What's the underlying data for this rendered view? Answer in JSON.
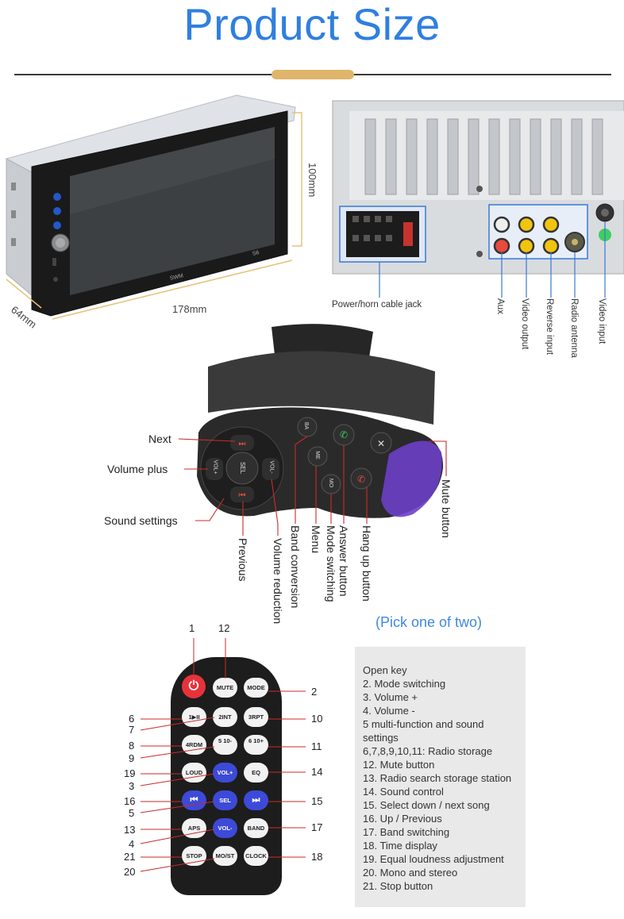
{
  "title": "Product Size",
  "dimensions": {
    "height": "100mm",
    "width": "178mm",
    "depth": "64mm",
    "screen_brand": "SWM",
    "model": "S6"
  },
  "back_panel": {
    "labels": {
      "power": "Power/horn cable jack",
      "aux": "Aux",
      "video_output": "Video output",
      "reverse": "Reverse input",
      "radio": "Radio antenna",
      "video_input": "Video input"
    }
  },
  "steering_control": {
    "labels": {
      "next": "Next",
      "volume_plus": "Volume plus",
      "sound_settings": "Sound settings",
      "previous": "Previous",
      "volume_reduction": "Volume reduction",
      "band_conversion": "Band conversion",
      "menu": "Menu",
      "mode_switching": "Mode switching",
      "answer_button": "Answer button",
      "hang_up_button": "Hang up button",
      "mute_button": "Mute button"
    },
    "button_text": {
      "vol_plus": "VOL+",
      "sel": "SEL",
      "vol_minus": "VOL-",
      "ba": "BA",
      "me": "ME",
      "mo": "MO"
    }
  },
  "pick_note": "(Pick one of two)",
  "remote": {
    "buttons": {
      "power": "⏻",
      "mute": "MUTE",
      "mode": "MODE",
      "play": "1▶II",
      "int": "2INT",
      "rpt": "3RPT",
      "rdm": "4RDM",
      "b5": "5 10-",
      "b6": "6 10+",
      "loud": "LOUD",
      "volup": "VOL+",
      "eq": "EQ",
      "prev": "⏮",
      "sel": "SEL",
      "next": "⏭",
      "aps": "APS",
      "voldown": "VOL-",
      "band": "BAND",
      "stop": "STOP",
      "most": "MO/ST",
      "clock": "CLOCK"
    },
    "numbers": {
      "n1": "1",
      "n12": "12",
      "n2": "2",
      "n6": "6",
      "n7": "7",
      "n10": "10",
      "n8": "8",
      "n9": "9",
      "n11": "11",
      "n19": "19",
      "n3": "3",
      "n14": "14",
      "n16": "16",
      "n5": "5",
      "n15": "15",
      "n13": "13",
      "n4": "4",
      "n17": "17",
      "n21": "21",
      "n18": "18",
      "n20": "20"
    }
  },
  "legend": [
    "Open key",
    "2. Mode switching",
    "3. Volume +",
    "4. Volume -",
    "5 multi-function and sound",
    "settings",
    "6,7,8,9,10,11: Radio storage",
    "12. Mute button",
    "13. Radio search storage station",
    "14. Sound control",
    "15. Select down / next song",
    "16. Up / Previous",
    "17. Band switching",
    "18. Time display",
    "19. Equal loudness adjustment",
    "20. Mono and stereo",
    "21. Stop button"
  ],
  "colors": {
    "title_blue": "#2f7fe0",
    "accent_gold": "#e0b46a",
    "remote_blue": "#3d4ad8",
    "power_red": "#e8323b",
    "mute_purple": "#6a3fc6",
    "callout_line": "#cc2a2a"
  }
}
